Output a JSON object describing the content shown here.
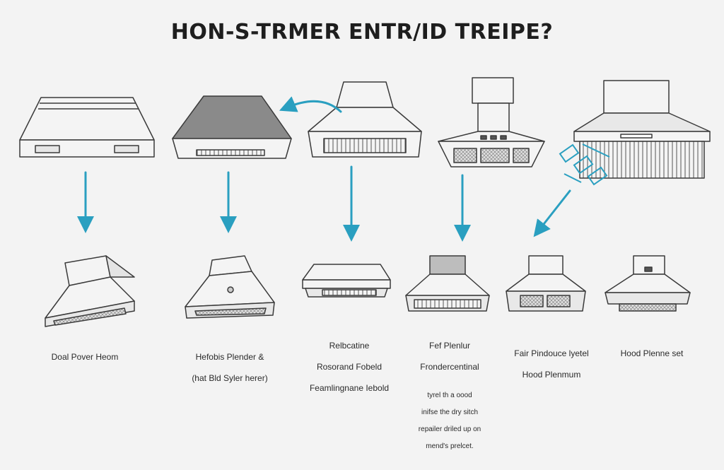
{
  "title": "HON-S-TRMER ENTR/ID TREIPE?",
  "colors": {
    "arrow": "#2a9fc0",
    "outline": "#3a3a3a",
    "hood_fill": "#f4f4f4",
    "dark_fill": "#8a8a8a"
  },
  "captions": [
    {
      "lines": [
        "Doal Pover Heom"
      ]
    },
    {
      "lines": [
        "Hefobis Plender &",
        "(hat Bld Syler herer)"
      ]
    },
    {
      "lines": [
        "Relbcatine",
        "Rosorand Fobeld",
        "Feamlingnane Iebold"
      ]
    },
    {
      "lines": [
        "Fef Plenlur",
        "Frondercentinal"
      ],
      "sublines": [
        "tyrel th a oood",
        "inifse the dry sitch",
        "repailer driled up on",
        "mend's prelcet."
      ]
    },
    {
      "lines": [
        "Fair Pindouce lyetel",
        "Hood Plenmum"
      ]
    },
    {
      "lines": [
        "Hood Plenne set"
      ]
    }
  ]
}
